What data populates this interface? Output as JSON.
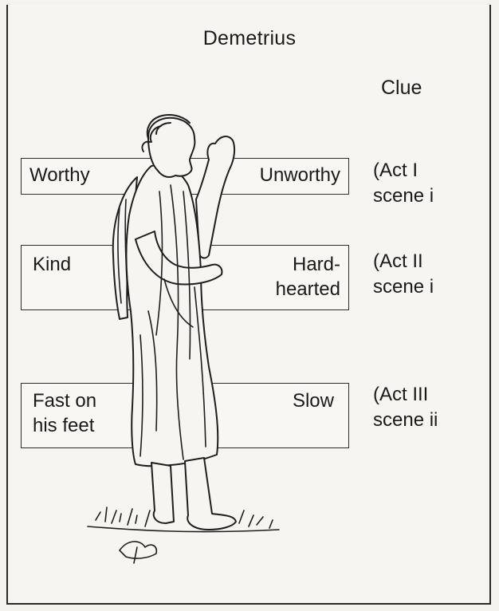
{
  "title": "Demetrius",
  "clue_heading": "Clue",
  "rows": [
    {
      "left_trait": "Worthy",
      "right_trait": "Unworthy",
      "clue_line1": "(Act I",
      "clue_line2": "scene i"
    },
    {
      "left_trait": "Kind",
      "right_trait_line1": "Hard-",
      "right_trait_line2": "hearted",
      "clue_line1": "(Act II",
      "clue_line2": "scene i"
    },
    {
      "left_trait_line1": "Fast on",
      "left_trait_line2": "his feet",
      "right_trait": "Slow",
      "clue_line1": "(Act III",
      "clue_line2": "scene ii"
    }
  ],
  "illustration": "greek-man-in-toga-illustration"
}
